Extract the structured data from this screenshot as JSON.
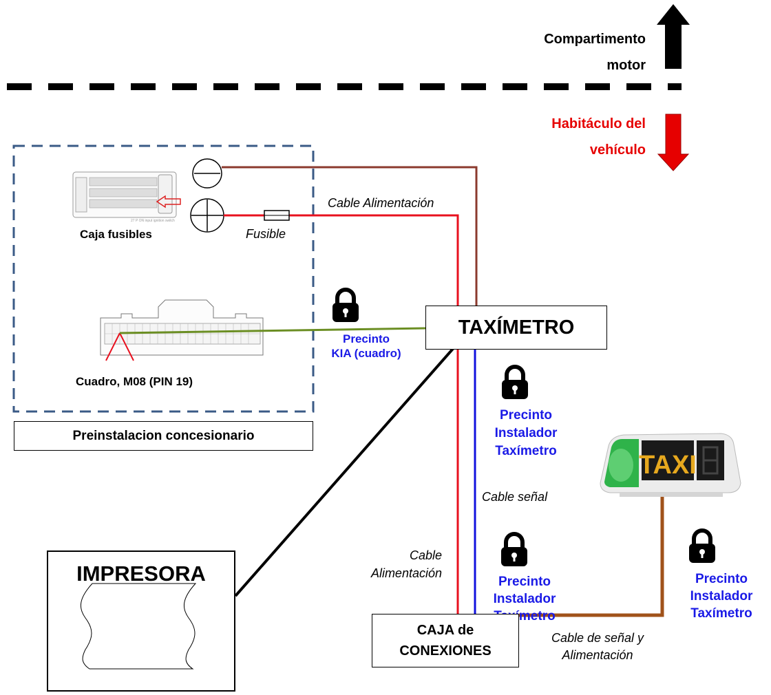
{
  "zones": {
    "engine": {
      "line1": "Compartimento",
      "line2": "motor"
    },
    "cabin": {
      "line1": "Habitáculo del",
      "line2": "vehículo"
    }
  },
  "components": {
    "fuse_box": "Caja fusibles",
    "fuse": "Fusible",
    "dashboard": "Cuadro, M08 (PIN 19)",
    "preinstall": "Preinstalacion concesionario",
    "taximeter": "TAXÍMETRO",
    "printer": "IMPRESORA",
    "junction_box": {
      "line1": "CAJA de",
      "line2": "CONEXIONES"
    },
    "taxi_sign": "TAXI"
  },
  "cables": {
    "power_top": "Cable Alimentación",
    "signal": "Cable señal",
    "power_vertical": {
      "line1": "Cable",
      "line2": "Alimentación"
    },
    "signal_power": {
      "line1": "Cable de señal y",
      "line2": "Alimentación"
    }
  },
  "seals": {
    "kia": {
      "line1": "Precinto",
      "line2": "KIA (cuadro)"
    },
    "installer_1": {
      "line1": "Precinto",
      "line2": "Instalador",
      "line3": "Taxímetro"
    },
    "installer_2": {
      "line1": "Precinto",
      "line2": "Instalador",
      "line3": "Taxímetro"
    },
    "installer_3": {
      "line1": "Precinto",
      "line2": "Instalador",
      "line3": "Taxímetro"
    }
  },
  "colors": {
    "power_positive": "#e8101e",
    "power_negative": "#8b3a2e",
    "signal": "#1111dd",
    "dashboard_wire": "#6b8e23",
    "printer_wire": "#000000",
    "taxi_wire": "#a0521a",
    "preinstall_border": "#3a5a86",
    "cabin_arrow": "#e60000",
    "engine_arrow": "#000000"
  }
}
